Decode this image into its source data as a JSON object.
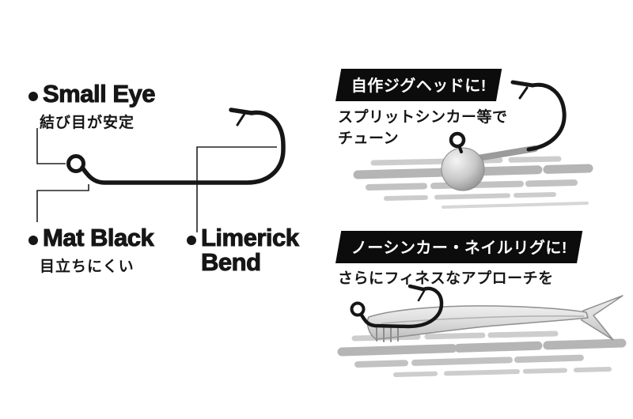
{
  "canvas": {
    "bg": "#ffffff"
  },
  "colors": {
    "ink": "#161616",
    "banner_bg": "#0c0c0c",
    "banner_text": "#ffffff",
    "streak_gray": "#b5b5b5",
    "jig_ball_gray": "#bfbfbf",
    "bait_gray": "#d9d9d9"
  },
  "features": {
    "small_eye": {
      "title": "Small Eye",
      "subtitle": "結び目が安定"
    },
    "mat_black": {
      "title": "Mat Black",
      "subtitle": "目立ちにくい"
    },
    "limerick": {
      "title_line1": "Limerick",
      "title_line2": "Bend"
    }
  },
  "usages": {
    "jighead": {
      "banner": "自作ジグヘッドに!",
      "desc_line1": "スプリットシンカー等で",
      "desc_line2": "チューン"
    },
    "nail_rig": {
      "banner": "ノーシンカー・ネイルリグに!",
      "desc_line1": "さらにフィネスなアプローチを"
    }
  }
}
